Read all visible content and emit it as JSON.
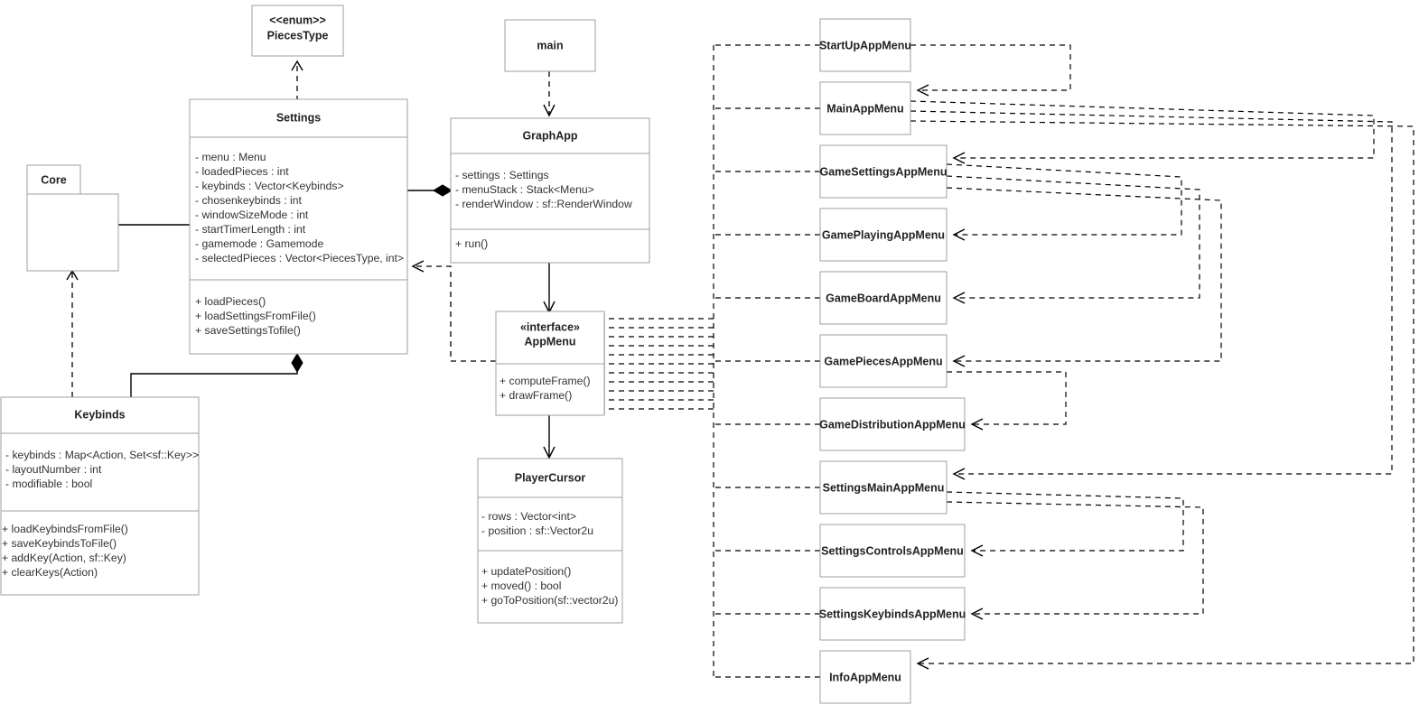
{
  "diagram": {
    "title": "UML Class Diagram",
    "type": "uml-class-diagram",
    "background_color": "#ffffff",
    "box_border_color": "#9f9f9f",
    "line_color": "#000000"
  },
  "classes": {
    "pieces_type": {
      "stereotype": "<<enum>>",
      "name": "PiecesType",
      "attributes": [],
      "methods": []
    },
    "settings": {
      "name": "Settings",
      "attributes": [
        "- menu : Menu",
        "- loadedPieces : int",
        "- keybinds : Vector<Keybinds>",
        "- chosenkeybinds : int",
        "- windowSizeMode : int",
        "- startTimerLength : int",
        "- gamemode : Gamemode",
        "- selectedPieces : Vector<PiecesType, int>"
      ],
      "methods": [
        "+ loadPieces()",
        "+ loadSettingsFromFile()",
        "+ saveSettingsTofile()"
      ]
    },
    "core": {
      "name": "Core",
      "kind": "package"
    },
    "keybinds": {
      "name": "Keybinds",
      "attributes": [
        "- keybinds : Map<Action, Set<sf::Key>>",
        "- layoutNumber : int",
        "- modifiable : bool"
      ],
      "methods": [
        "+ loadKeybindsFromFile()",
        "+ saveKeybindsToFile()",
        "+ addKey(Action, sf::Key)",
        "+ clearKeys(Action)"
      ]
    },
    "main": {
      "name": "main",
      "attributes": [],
      "methods": []
    },
    "graph_app": {
      "name": "GraphApp",
      "attributes": [
        "- settings : Settings",
        "- menuStack : Stack<Menu>",
        "- renderWindow : sf::RenderWindow"
      ],
      "methods": [
        "+ run()"
      ]
    },
    "app_menu": {
      "stereotype": "«interface»",
      "name": "AppMenu",
      "attributes": [],
      "methods": [
        "+ computeFrame()",
        "+ drawFrame()"
      ]
    },
    "player_cursor": {
      "name": "PlayerCursor",
      "attributes": [
        "- rows : Vector<int>",
        "- position : sf::Vector2u"
      ],
      "methods": [
        "+ updatePosition()",
        "+ moved() : bool",
        "+ goToPosition(sf::vector2u)"
      ]
    }
  },
  "menu_implementations": [
    {
      "name": "StartUpAppMenu"
    },
    {
      "name": "MainAppMenu"
    },
    {
      "name": "GameSettingsAppMenu"
    },
    {
      "name": "GamePlayingAppMenu"
    },
    {
      "name": "GameBoardAppMenu"
    },
    {
      "name": "GamePiecesAppMenu"
    },
    {
      "name": "GameDistributionAppMenu"
    },
    {
      "name": "SettingsMainAppMenu"
    },
    {
      "name": "SettingsControlsAppMenu"
    },
    {
      "name": "SettingsKeybindsAppMenu"
    },
    {
      "name": "InfoAppMenu"
    }
  ],
  "relationships": [
    {
      "from": "Settings",
      "to": "PiecesType",
      "type": "dependency"
    },
    {
      "from": "Core",
      "to": "Settings",
      "type": "composition"
    },
    {
      "from": "Keybinds",
      "to": "Core",
      "type": "dependency"
    },
    {
      "from": "Keybinds",
      "to": "Settings",
      "type": "composition"
    },
    {
      "from": "main",
      "to": "GraphApp",
      "type": "dependency"
    },
    {
      "from": "Settings",
      "to": "GraphApp",
      "type": "composition"
    },
    {
      "from": "GraphApp",
      "to": "AppMenu",
      "type": "association"
    },
    {
      "from": "AppMenu",
      "to": "Settings",
      "type": "dependency"
    },
    {
      "from": "AppMenu",
      "to": "PlayerCursor",
      "type": "association"
    },
    {
      "from": "StartUpAppMenu",
      "to": "AppMenu",
      "type": "realization"
    },
    {
      "from": "MainAppMenu",
      "to": "AppMenu",
      "type": "realization"
    },
    {
      "from": "GameSettingsAppMenu",
      "to": "AppMenu",
      "type": "realization"
    },
    {
      "from": "GamePlayingAppMenu",
      "to": "AppMenu",
      "type": "realization"
    },
    {
      "from": "GameBoardAppMenu",
      "to": "AppMenu",
      "type": "realization"
    },
    {
      "from": "GamePiecesAppMenu",
      "to": "AppMenu",
      "type": "realization"
    },
    {
      "from": "GameDistributionAppMenu",
      "to": "AppMenu",
      "type": "realization"
    },
    {
      "from": "SettingsMainAppMenu",
      "to": "AppMenu",
      "type": "realization"
    },
    {
      "from": "SettingsControlsAppMenu",
      "to": "AppMenu",
      "type": "realization"
    },
    {
      "from": "SettingsKeybindsAppMenu",
      "to": "AppMenu",
      "type": "realization"
    },
    {
      "from": "InfoAppMenu",
      "to": "AppMenu",
      "type": "realization"
    },
    {
      "from": "StartUpAppMenu",
      "to": "MainAppMenu",
      "type": "dependency"
    },
    {
      "from": "MainAppMenu",
      "to": "GameSettingsAppMenu",
      "type": "dependency"
    },
    {
      "from": "MainAppMenu",
      "to": "SettingsMainAppMenu",
      "type": "dependency"
    },
    {
      "from": "MainAppMenu",
      "to": "InfoAppMenu",
      "type": "dependency"
    },
    {
      "from": "GameSettingsAppMenu",
      "to": "GamePlayingAppMenu",
      "type": "dependency"
    },
    {
      "from": "GameSettingsAppMenu",
      "to": "GameBoardAppMenu",
      "type": "dependency"
    },
    {
      "from": "GameSettingsAppMenu",
      "to": "GamePiecesAppMenu",
      "type": "dependency"
    },
    {
      "from": "GamePiecesAppMenu",
      "to": "GameDistributionAppMenu",
      "type": "dependency"
    },
    {
      "from": "SettingsMainAppMenu",
      "to": "SettingsControlsAppMenu",
      "type": "dependency"
    },
    {
      "from": "SettingsMainAppMenu",
      "to": "SettingsKeybindsAppMenu",
      "type": "dependency"
    }
  ]
}
